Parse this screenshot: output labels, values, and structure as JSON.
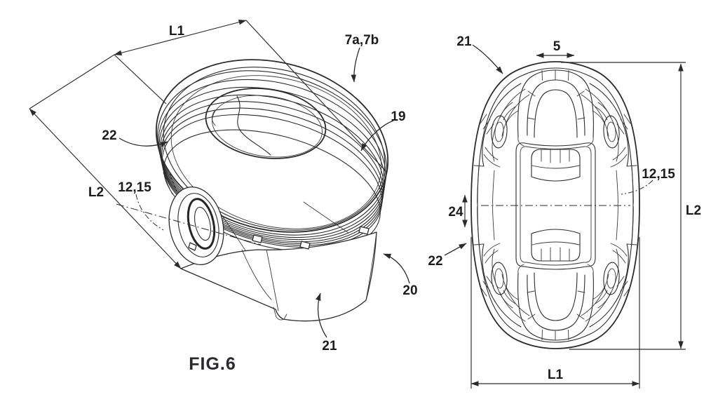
{
  "figure": {
    "caption": "FIG.6"
  },
  "perspective_view": {
    "description": "perspective view of oval piston",
    "labels": {
      "dim_l1": "L1",
      "dim_l2": "L2",
      "ref_rings": "22",
      "ref_pin_bore": "12,15",
      "ref_crown": "7a,7b",
      "ref_top_land": "19",
      "ref_side_wall": "20",
      "ref_skirt": "21"
    }
  },
  "plan_view": {
    "description": "plan view of oval piston from below",
    "labels": {
      "ref_skirt": "21",
      "dim_offset": "5",
      "dim_clearance": "24",
      "ref_rings": "22",
      "ref_pin_bore": "12,15",
      "dim_width": "L1",
      "dim_length": "L2"
    }
  },
  "colors": {
    "background": "#ffffff",
    "line_color": "#2b2b2b",
    "label_color": "#1c1c1e"
  }
}
